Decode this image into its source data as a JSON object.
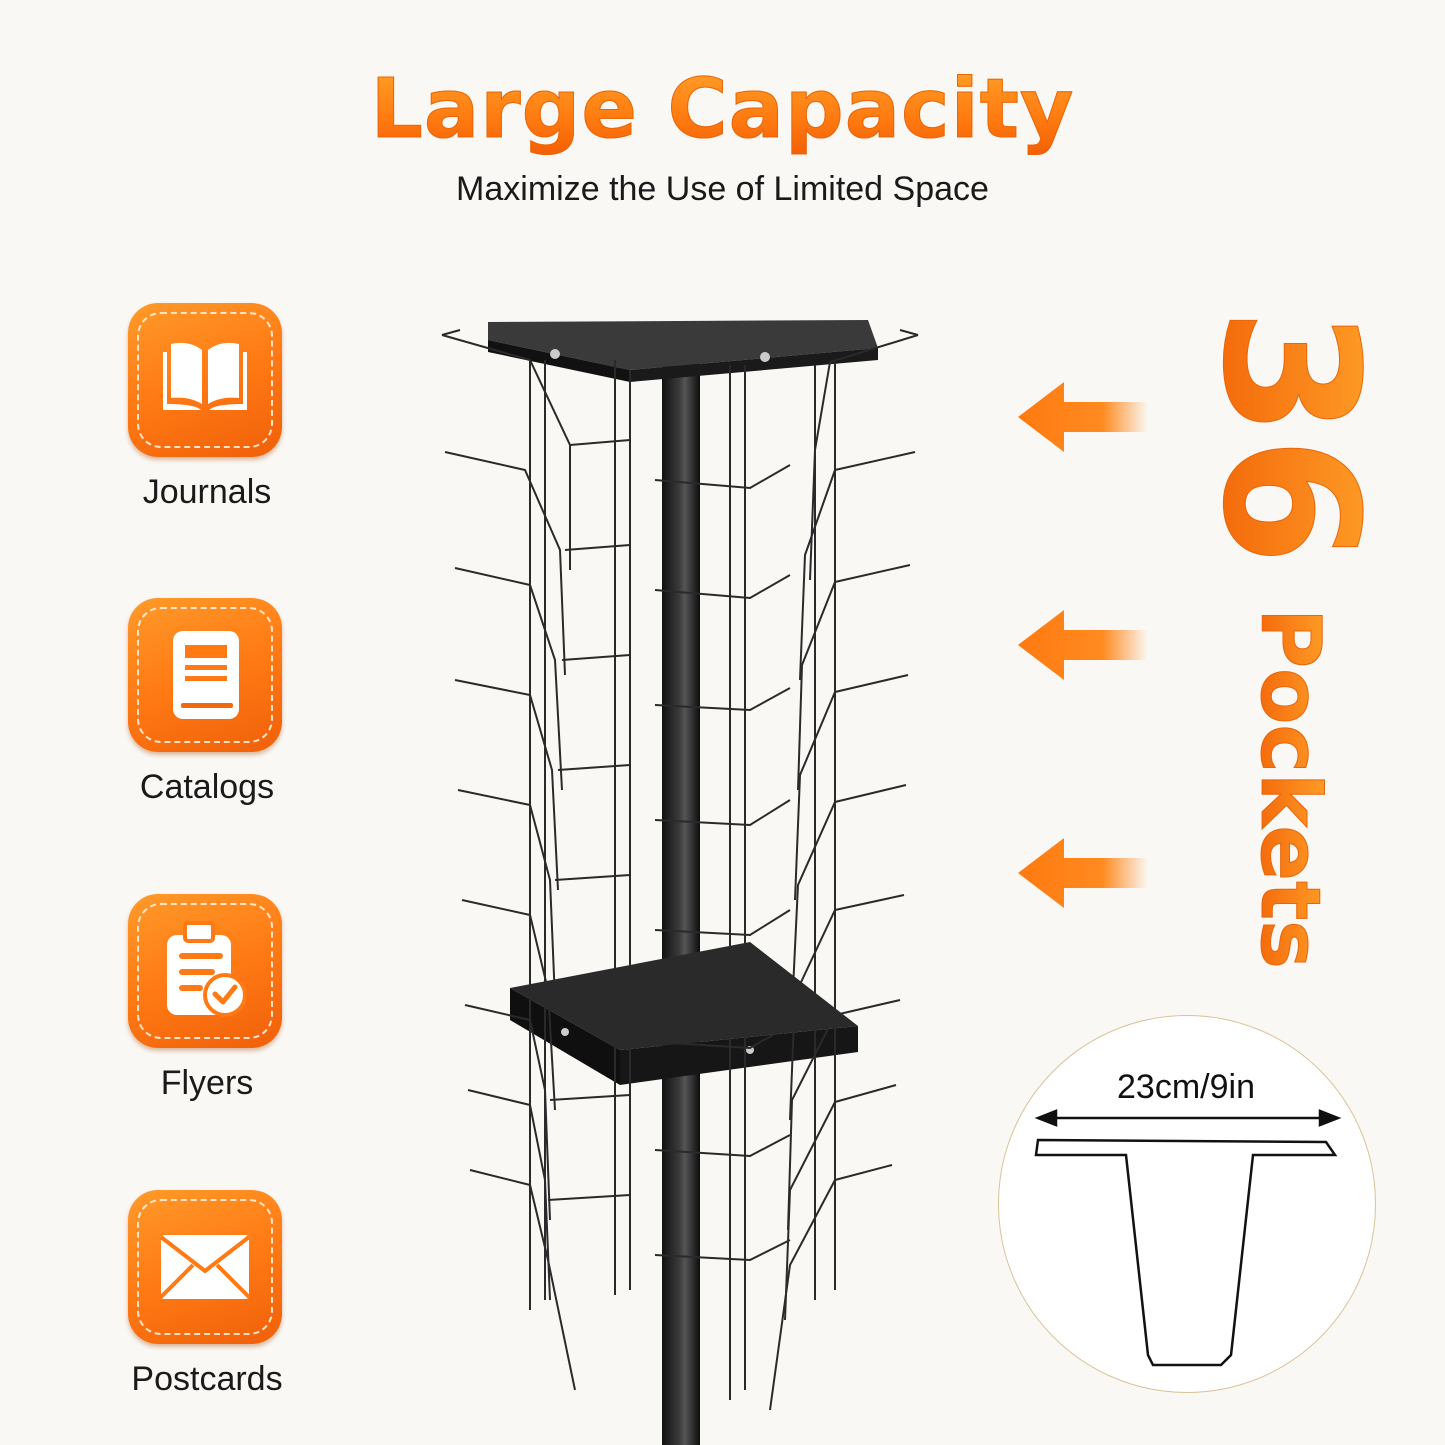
{
  "header": {
    "title": "Large Capacity",
    "subtitle": "Maximize the Use of Limited Space"
  },
  "categories": [
    {
      "label": "Journals",
      "icon": "open-book-icon"
    },
    {
      "label": "Catalogs",
      "icon": "catalog-document-icon"
    },
    {
      "label": "Flyers",
      "icon": "clipboard-check-icon"
    },
    {
      "label": "Postcards",
      "icon": "envelope-icon"
    }
  ],
  "capacity": {
    "count": "36",
    "unit": "Pockets",
    "arrows": [
      "arrow-left-icon",
      "arrow-left-icon",
      "arrow-left-icon"
    ]
  },
  "pocket_detail": {
    "dimension": "23cm/9in"
  },
  "colors": {
    "background": "#FAF8F4",
    "accent_orange": "#FF7A14",
    "accent_orange_light": "#FFA42A",
    "text": "#1A1A1A",
    "wire": "#2A2A2A",
    "circle_border": "#D9C49A"
  }
}
